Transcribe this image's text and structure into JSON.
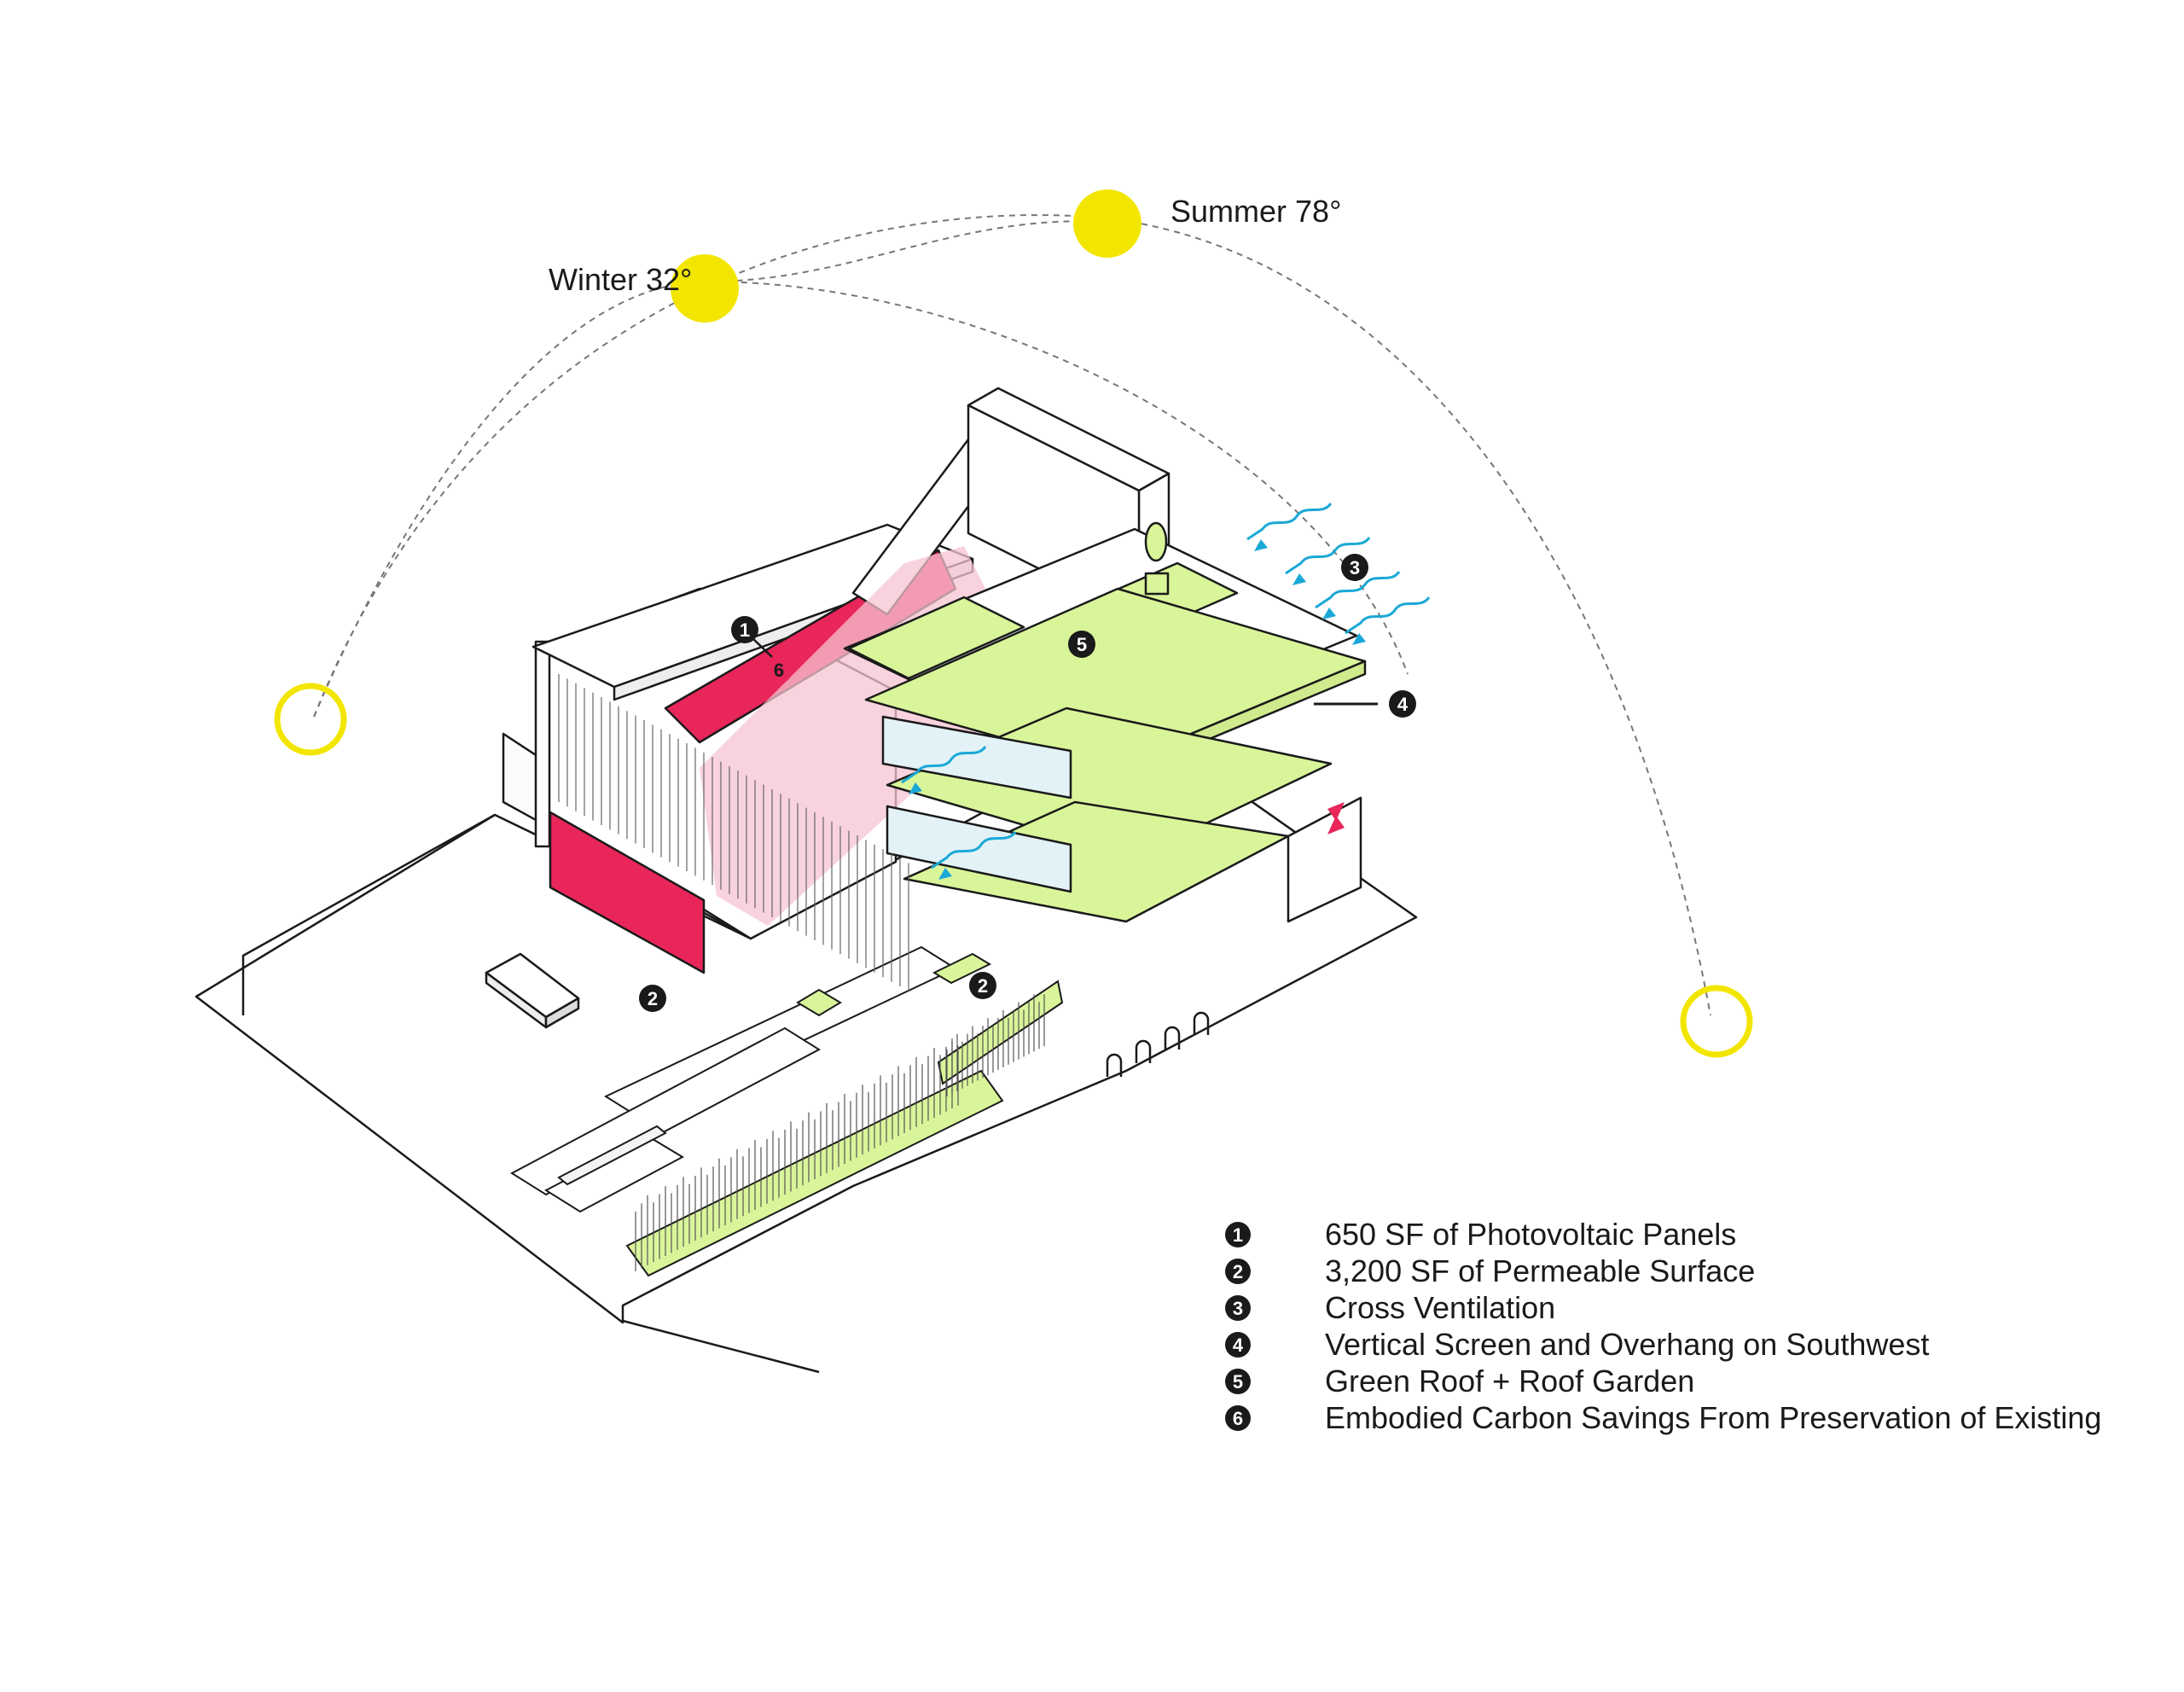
{
  "colors": {
    "sun": "#f2e600",
    "sun_ring": "#f2e600",
    "accent_red": "#e8265a",
    "green_roof": "#d9f59a",
    "pink_screen": "#f6c3d2",
    "wind": "#1aa8d6",
    "line": "#1a1a1a",
    "path": "#666666"
  },
  "sun_paths": {
    "summer_label": "Summer 78°",
    "winter_label": "Winter 32°"
  },
  "callouts": {
    "c1": "1",
    "c2a": "2",
    "c2b": "2",
    "c3": "3",
    "c4": "4",
    "c5": "5",
    "c6": "6"
  },
  "legend": [
    {
      "num": "1",
      "text": "650 SF of Photovoltaic Panels"
    },
    {
      "num": "2",
      "text": "3,200 SF of Permeable Surface"
    },
    {
      "num": "3",
      "text": "Cross Ventilation"
    },
    {
      "num": "4",
      "text": "Vertical Screen and Overhang on Southwest"
    },
    {
      "num": "5",
      "text": "Green Roof + Roof Garden"
    },
    {
      "num": "6",
      "text": "Embodied Carbon Savings From Preservation of Existing"
    }
  ]
}
